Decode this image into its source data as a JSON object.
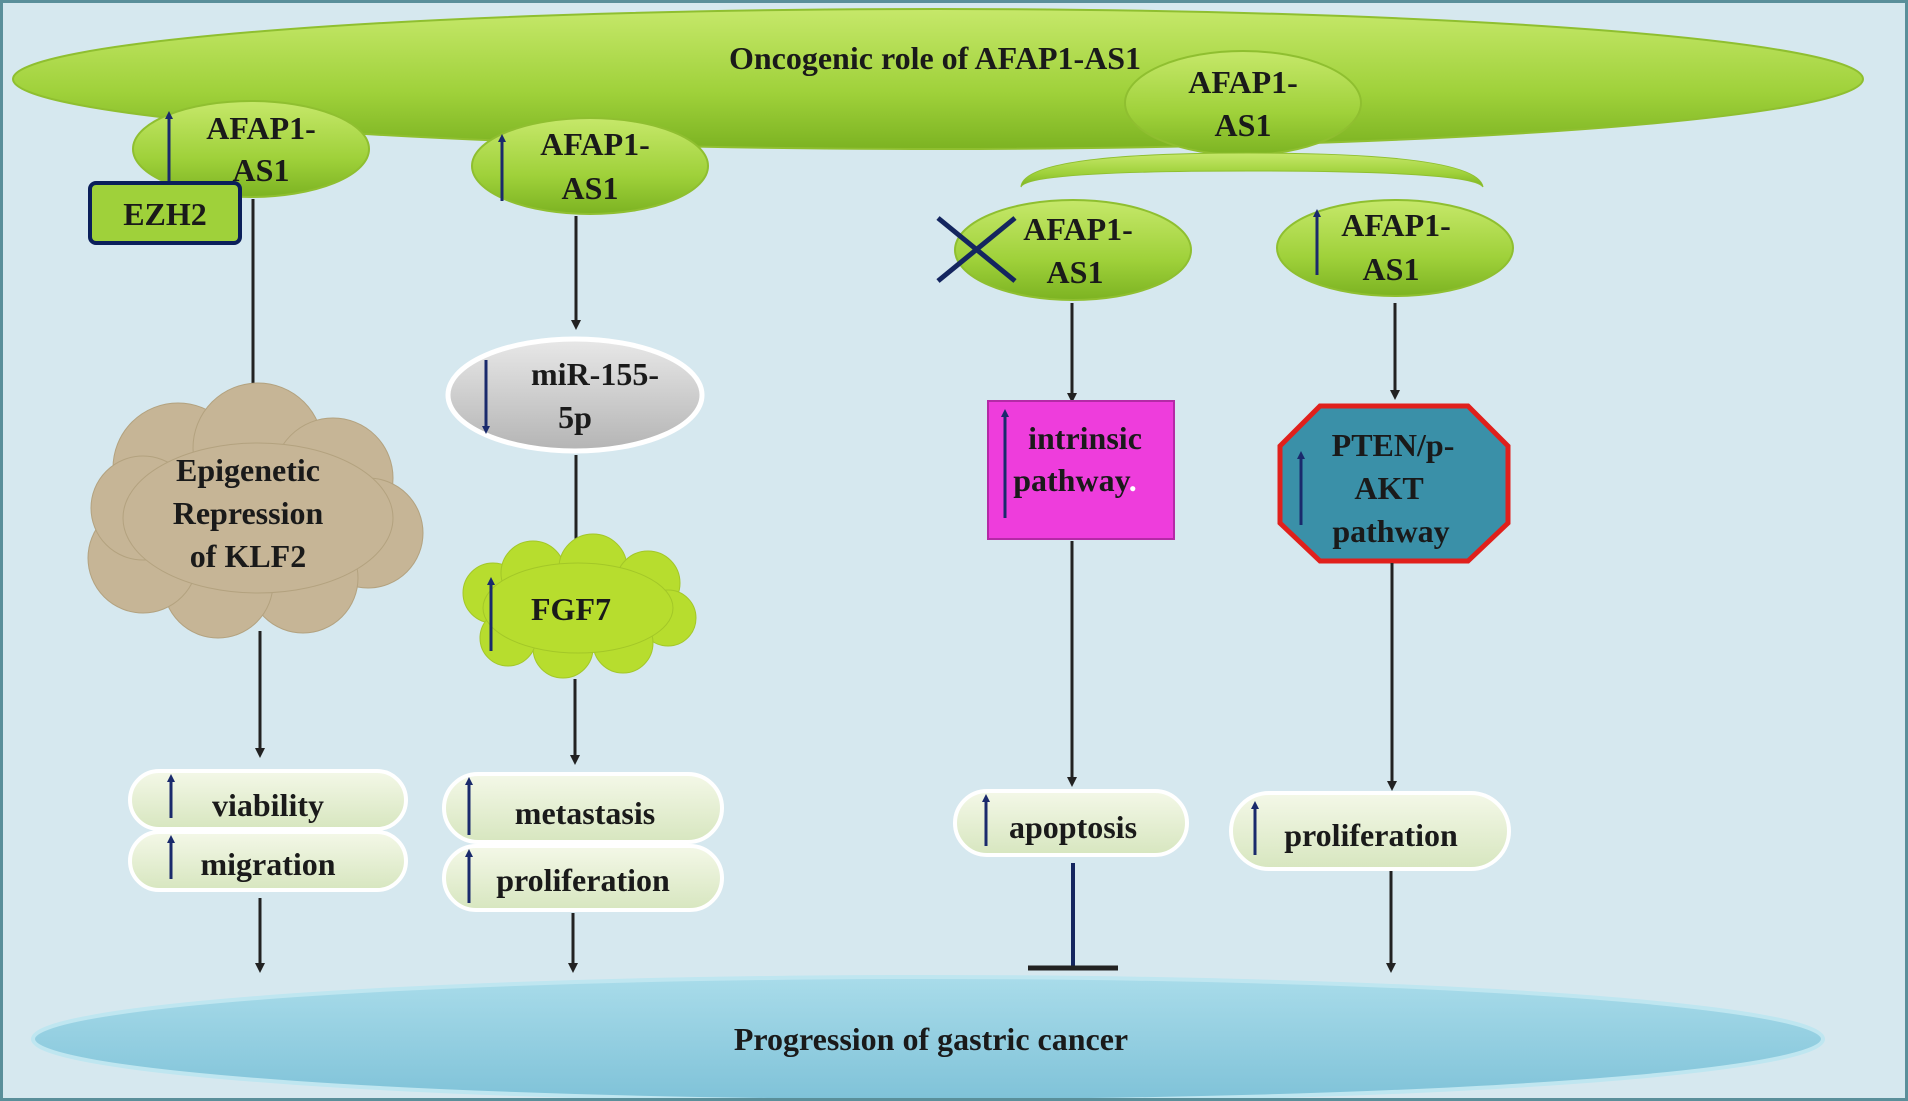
{
  "title": "Oncogenic role of AFAP1-AS1",
  "bottom": "Progression of gastric cancer",
  "pathway1": {
    "gene_line1": "AFAP1-",
    "gene_line2": "AS1",
    "partner": "EZH2",
    "cloud_line1": "Epigenetic",
    "cloud_line2": "Repression",
    "cloud_line3": "of KLF2",
    "outcome1": "viability",
    "outcome2": "migration"
  },
  "pathway2": {
    "gene_line1": "AFAP1-",
    "gene_line2": "AS1",
    "mirna_line1": "miR-155-",
    "mirna_line2": "5p",
    "target": "FGF7",
    "outcome1": "metastasis",
    "outcome2": "proliferation"
  },
  "pathway_top": {
    "gene_line1": "AFAP1-",
    "gene_line2": "AS1"
  },
  "pathway3": {
    "gene_line1": "AFAP1-",
    "gene_line2": "AS1",
    "box_line1": "intrinsic",
    "box_line2": "pathway",
    "box_dot": ".",
    "outcome": "apoptosis"
  },
  "pathway4": {
    "gene_line1": "AFAP1-",
    "gene_line2": "AS1",
    "oct_line1": "PTEN/p-",
    "oct_line2": "AKT",
    "oct_line3": "pathway",
    "outcome": "proliferation"
  },
  "colors": {
    "background": "#d6e8ef",
    "green": "#9fd13a",
    "cloud_tan": "#c6b596",
    "mirna_gray": "#c8c8c8",
    "magenta": "#ee3ddc",
    "teal": "#3a90a8",
    "octagon_border": "#e0201c",
    "bottom_blue": "#8fcfe0",
    "arrow_up": "#1a2a6c"
  }
}
